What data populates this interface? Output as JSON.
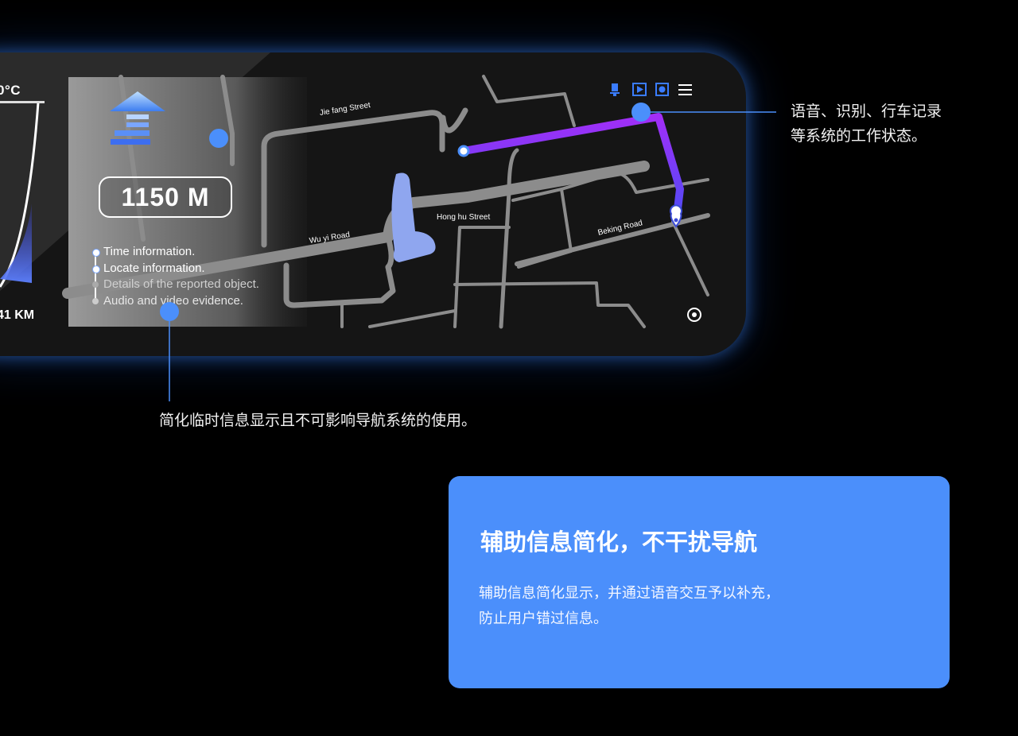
{
  "dashboard": {
    "temperature": "0°C",
    "odometer": "41 KM",
    "distance": "1150 M",
    "info_list": [
      {
        "label": "Time information.",
        "state": "active"
      },
      {
        "label": "Locate information.",
        "state": "active"
      },
      {
        "label": "Details of the reported object.",
        "state": "dim"
      },
      {
        "label": "Audio and video evidence.",
        "state": "dim"
      }
    ],
    "streets": {
      "jiefang": "Jie fang Street",
      "wuyi": "Wu yi Road",
      "honghu": "Hong hu Street",
      "beking": "Beking Road"
    },
    "status_icons": [
      "voice-record-icon",
      "play-icon",
      "record-icon",
      "menu-icon"
    ],
    "colors": {
      "route": "#9b2cf5",
      "accent": "#4b8ffb",
      "glow": "#3f8cff"
    }
  },
  "callouts": {
    "top_right_line1": "语音、识别、行车记录",
    "top_right_line2": "等系统的工作状态。",
    "bottom": "简化临时信息显示且不可影响导航系统的使用。"
  },
  "card": {
    "title": "辅助信息简化，不干扰导航",
    "body_line1": "辅助信息简化显示，并通过语音交互予以补充，",
    "body_line2": "防止用户错过信息。"
  }
}
